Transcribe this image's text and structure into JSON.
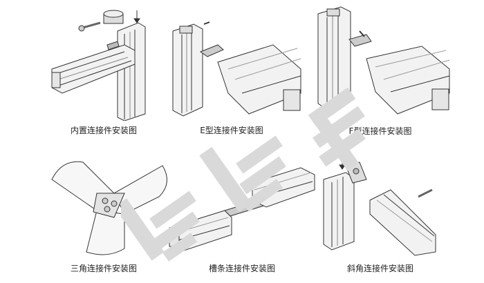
{
  "panels": [
    {
      "caption": "内置连接件安装图"
    },
    {
      "caption": "E型连接件安装图"
    },
    {
      "caption": "F型连接件安装图"
    },
    {
      "caption": "三角连接件安装图"
    },
    {
      "caption": "槽条连接件安装图"
    },
    {
      "caption": "斜角连接件安装图"
    }
  ],
  "watermark": {
    "text": "炜鹏鑫",
    "color": "#d9d9d9"
  }
}
